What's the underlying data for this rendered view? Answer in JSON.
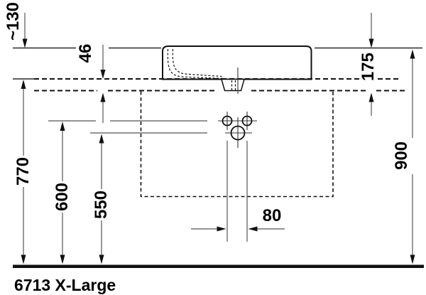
{
  "product": {
    "caption": "6713 X-Large"
  },
  "dimensions": {
    "d130": "~130",
    "d46": "46",
    "d175": "175",
    "d900": "900",
    "d770": "770",
    "d600": "600",
    "d550": "550",
    "d80": "80"
  },
  "colors": {
    "object_line": "#111111",
    "dimension_line": "#555555",
    "text": "#000000",
    "background": "#ffffff"
  }
}
